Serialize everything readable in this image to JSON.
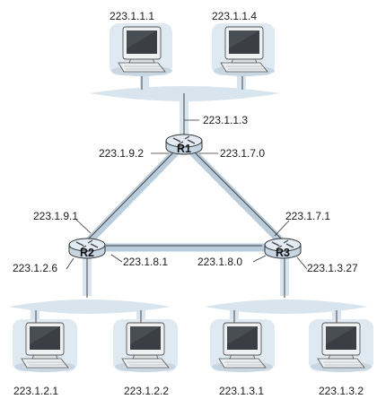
{
  "colors": {
    "subnet": "#d8e5ef",
    "link": "#b9ccdb",
    "wire": "#444444",
    "router": "#dfe9f2",
    "monitor_shell": "#eef0f1",
    "monitor_screen": "#3b3f44"
  },
  "hosts": [
    {
      "id": "h1",
      "label": "223.1.1.1"
    },
    {
      "id": "h2",
      "label": "223.1.1.4"
    },
    {
      "id": "h3",
      "label": "223.1.2.1"
    },
    {
      "id": "h4",
      "label": "223.1.2.2"
    },
    {
      "id": "h5",
      "label": "223.1.3.1"
    },
    {
      "id": "h6",
      "label": "223.1.3.2"
    }
  ],
  "routers": [
    {
      "id": "r1",
      "name": "R1"
    },
    {
      "id": "r2",
      "name": "R2"
    },
    {
      "id": "r3",
      "name": "R3"
    }
  ],
  "interfaces": [
    {
      "id": "if1",
      "label": "223.1.1.3"
    },
    {
      "id": "if2",
      "label": "223.1.9.2"
    },
    {
      "id": "if3",
      "label": "223.1.7.0"
    },
    {
      "id": "if4",
      "label": "223.1.9.1"
    },
    {
      "id": "if5",
      "label": "223.1.7.1"
    },
    {
      "id": "if6",
      "label": "223.1.8.1"
    },
    {
      "id": "if7",
      "label": "223.1.8.0"
    },
    {
      "id": "if8",
      "label": "223.1.2.6"
    },
    {
      "id": "if9",
      "label": "223.1.3.27"
    }
  ]
}
